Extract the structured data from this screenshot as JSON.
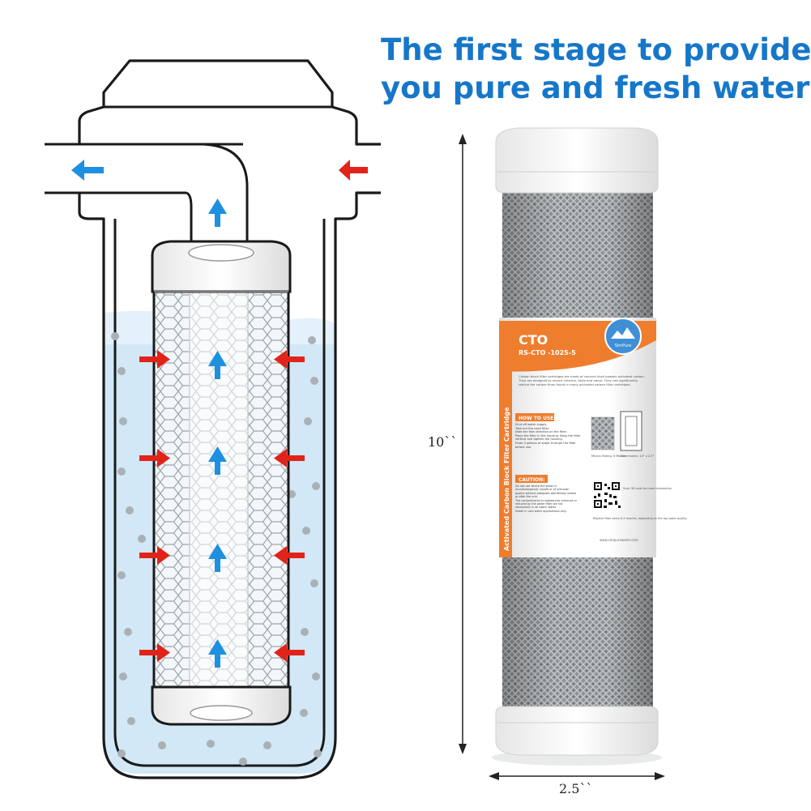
{
  "headline": {
    "line1": "The first stage to provide",
    "line2": "you pure and fresh water"
  },
  "dimensions": {
    "height": "10``",
    "width": "2.5``"
  },
  "label": {
    "product": "CTO",
    "model": "RS-CTO -1025-5",
    "side_text": "Activated Carbon Block Filter Cartridge",
    "brand": "SimPure",
    "desc": "Carbon block filter cartridges are made of coconut shell powder activated carbon. They are designed to reduce chlorine, taste and odour. They can significantly reduce the carbon fines found in many activated carbon filter cartridges.",
    "how_to_use_title": "HOW TO USE:",
    "how_to_use": [
      "Shut off water supply.",
      "Take out the used filter.",
      "Note the flow direction on the filter.",
      "Place the filter in the housing. Keep the filter vertical and tighten the housing.",
      "Flush 5 gallons of water through the filter before use."
    ],
    "micron": "Micron Rating: 5 Micron",
    "dims_text": "Dimensions: 10\" x 2.5\"",
    "caution_title": "CAUTION:",
    "caution": [
      "Do not use where the water is microbiologically unsafe or of unknown quality without adequate disinfection before or after the unit.",
      "The contaminants or substances removed or reduced by the water filter are not necessarily in all users' water.",
      "Install in cold water applications only."
    ],
    "scan": "Scan QR code for more information",
    "replace": "Replace filter every 6-9 months, depending on the tap water quality.",
    "website": "www.simpurewater.com"
  },
  "colors": {
    "headline": "#1677c9",
    "arrow_in": "#e2231a",
    "arrow_out": "#1e90e0",
    "water": "#cfe6f5",
    "label_accent": "#ef7d2e"
  },
  "icons": {
    "inflow_arrow": "red-right-arrow",
    "outflow_arrow": "blue-left-arrow",
    "upflow_arrow": "blue-up-arrow"
  }
}
